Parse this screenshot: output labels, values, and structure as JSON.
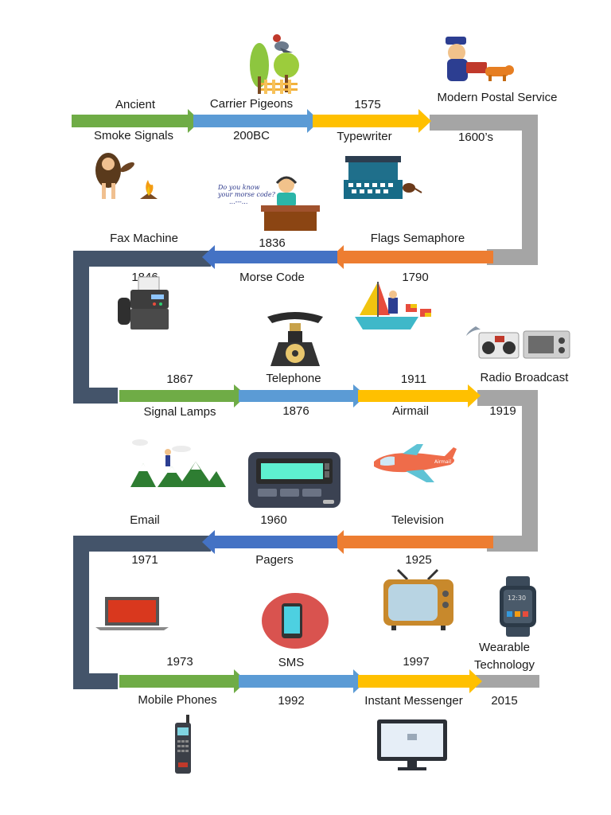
{
  "colors": {
    "green": "#6fac46",
    "blue": "#5b9bd5",
    "gold": "#ffc000",
    "gray": "#a5a5a5",
    "orange": "#ed7d31",
    "royal": "#4472c4",
    "navy": "#44546a"
  },
  "row1": {
    "above": [
      "Ancient",
      "Carrier Pigeons",
      "1575",
      "Modern Postal Service"
    ],
    "below": [
      "Smoke Signals",
      "200BC",
      "Typewriter",
      "1600’s"
    ]
  },
  "row2": {
    "above": [
      "Fax Machine",
      "1836",
      "Flags Semaphore"
    ],
    "below": [
      "1846",
      "Morse Code",
      "1790"
    ]
  },
  "row3": {
    "above": [
      "1867",
      "Telephone",
      "1911",
      "Radio Broadcast"
    ],
    "below": [
      "Signal Lamps",
      "1876",
      "Airmail",
      "1919"
    ]
  },
  "row4": {
    "above": [
      "Email",
      "1960",
      "Television"
    ],
    "below": [
      "1971",
      "Pagers",
      "1925"
    ]
  },
  "row5": {
    "above": [
      "1973",
      "SMS",
      "1997"
    ],
    "above_right": [
      "Wearable",
      "Technology"
    ],
    "below": [
      "Mobile Phones",
      "1992",
      "Instant Messenger",
      "2015"
    ]
  },
  "icons": {
    "morse_bubble": [
      "Do you know",
      "your morse code?",
      "...---..."
    ],
    "airmail_text": "Airmail",
    "watch_time": "12:30"
  }
}
